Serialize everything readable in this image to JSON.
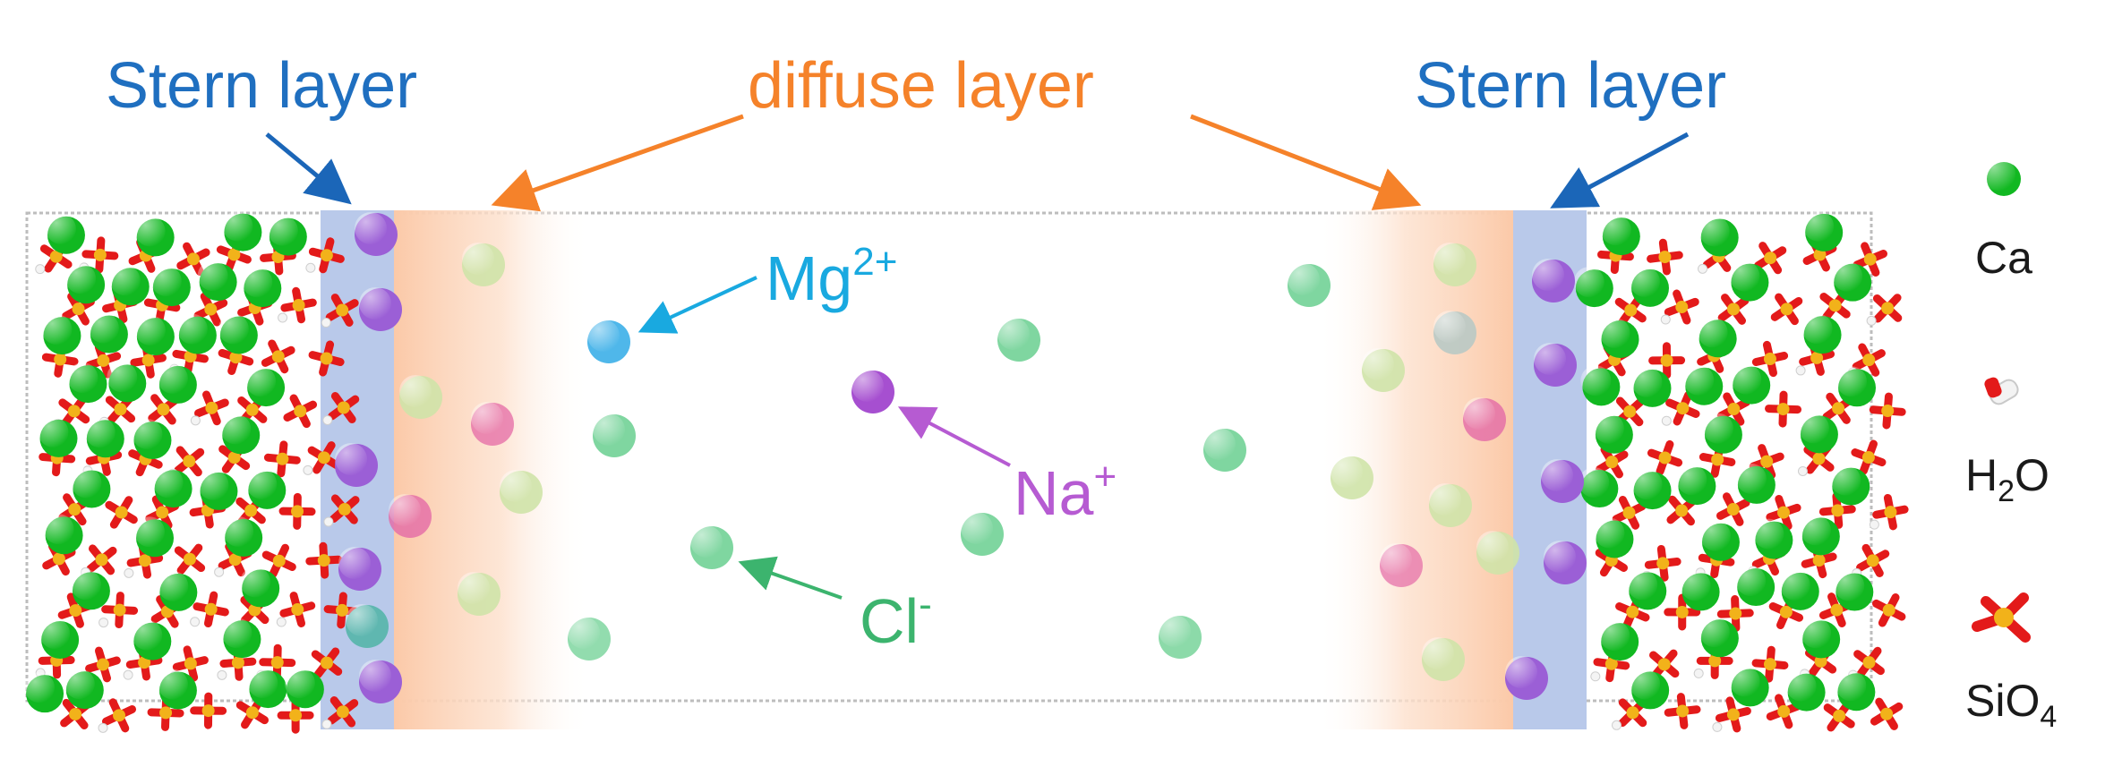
{
  "labels": {
    "stern_left": "Stern layer",
    "diffuse": "diffuse layer",
    "stern_right": "Stern layer",
    "mg": {
      "base": "Mg",
      "sup": "2+"
    },
    "na": {
      "base": "Na",
      "sup": "+"
    },
    "cl": {
      "base": "Cl",
      "sup": "-"
    }
  },
  "legend": {
    "ca": "Ca",
    "h2o": {
      "a": "H",
      "sub": "2",
      "b": "O"
    },
    "sio4": {
      "a": "SiO",
      "sub": "4"
    }
  },
  "colors": {
    "stern_text": "#1f6fc0",
    "stern_arrow": "#1b66b8",
    "diffuse_text": "#f5822a",
    "diffuse_arrow": "#f5822a",
    "mg_text": "#19a9e0",
    "na_text": "#b65bd2",
    "cl_text": "#3cb46e",
    "stern_band": "#b9c9ea",
    "diffuse_band": "#fbc9a8",
    "calcium": "#11b821",
    "oxygen": "#e31a1a",
    "silicon": "#f2b21a"
  }
}
